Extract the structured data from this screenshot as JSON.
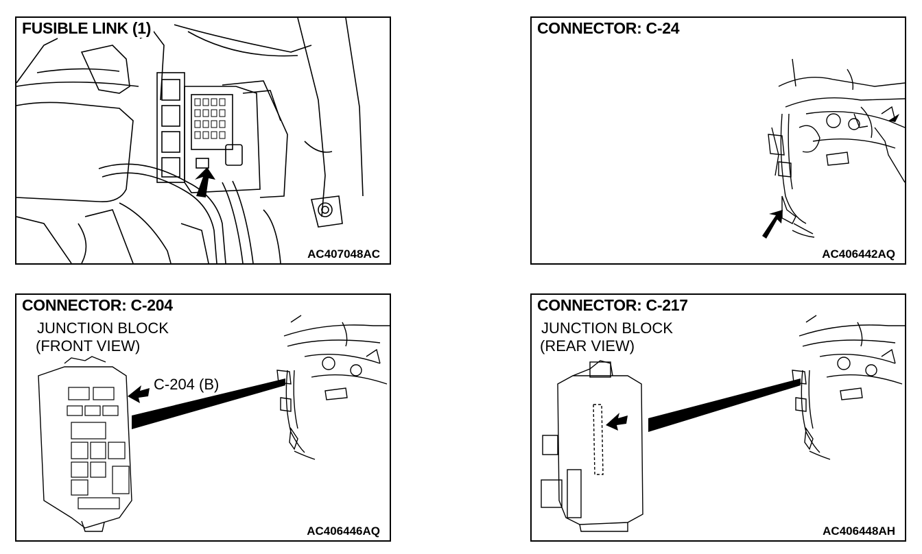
{
  "panels": [
    {
      "title": "FUSIBLE LINK (1)",
      "code": "AC407048AC"
    },
    {
      "title": "CONNECTOR: C-24",
      "code": "AC406442AQ"
    },
    {
      "title": "CONNECTOR: C-204",
      "subtitle_line1": "JUNCTION BLOCK",
      "subtitle_line2": "(FRONT VIEW)",
      "callout": "C-204 (B)",
      "code": "AC406446AQ"
    },
    {
      "title": "CONNECTOR: C-217",
      "subtitle_line1": "JUNCTION BLOCK",
      "subtitle_line2": "(REAR VIEW)",
      "code": "AC406448AH"
    }
  ]
}
